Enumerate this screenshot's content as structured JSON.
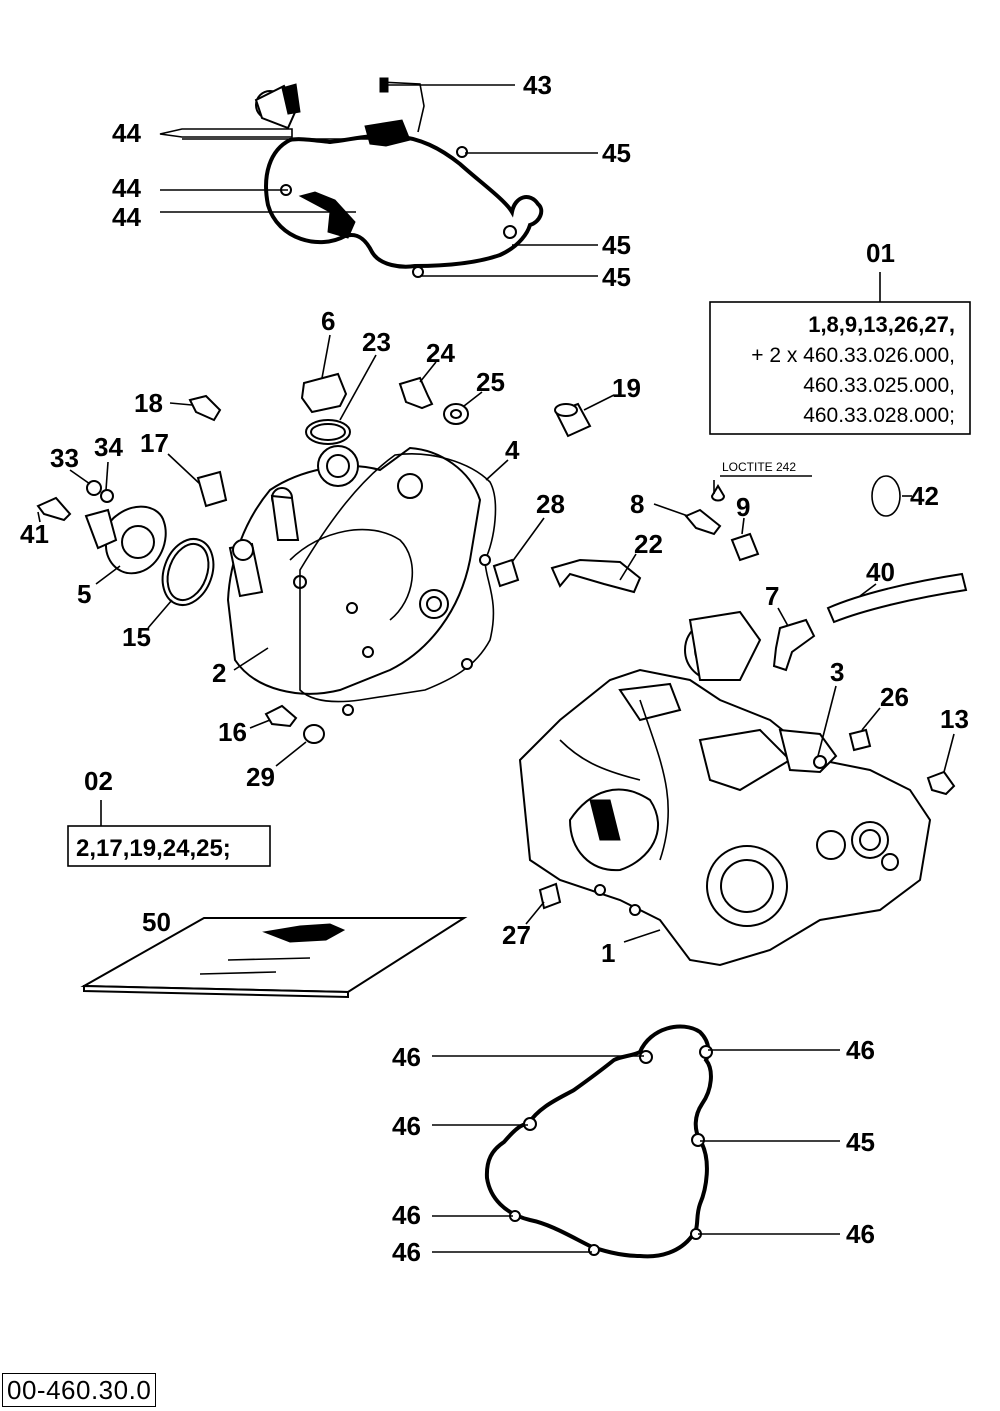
{
  "figure_number": "00-460.30.0",
  "callouts": {
    "c43": "43",
    "c44a": "44",
    "c44b": "44",
    "c44c": "44",
    "c45a": "45",
    "c45b": "45",
    "c45c": "45",
    "c01": "01",
    "c6": "6",
    "c23": "23",
    "c24": "24",
    "c25": "25",
    "c19": "19",
    "c18": "18",
    "c33": "33",
    "c34": "34",
    "c17": "17",
    "c4": "4",
    "c41": "41",
    "c5": "5",
    "c15": "15",
    "c28": "28",
    "c8": "8",
    "c9": "9",
    "c42": "42",
    "c22": "22",
    "c40": "40",
    "c7": "7",
    "c2": "2",
    "c3": "3",
    "c26": "26",
    "c13": "13",
    "c16": "16",
    "c29": "29",
    "c02": "02",
    "c50": "50",
    "c27": "27",
    "c1": "1",
    "c46a": "46",
    "c46b": "46",
    "c46c": "46",
    "c46d": "46",
    "c46e": "46",
    "c45d": "45"
  },
  "loctite_note": "LOCTITE 242",
  "kit01": {
    "line1": "1,8,9,13,26,27,",
    "line2": "+ 2 x 460.33.026.000,",
    "line3": "460.33.025.000,",
    "line4": "460.33.028.000;"
  },
  "kit02": {
    "line1": "2,17,19,24,25;"
  }
}
